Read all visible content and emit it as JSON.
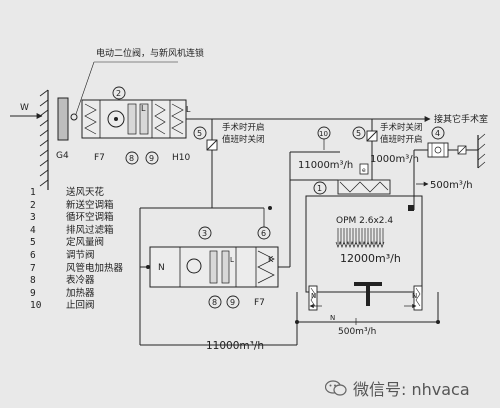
{
  "labels": {
    "top_note": "电动二位阀，与新风机连锁",
    "w": "W",
    "g4": "G4",
    "f7_top": "F7",
    "h10": "H10",
    "l_top": "L",
    "l_top2": "L",
    "manual_open_label": "手术时开启",
    "duty_close_label": "值班时关闭",
    "manual_close_label": "手术时关闭",
    "duty_open_label": "值班时开启",
    "to_other_rooms": "接其它手术室",
    "flow_11000_upper": "11000m³/h",
    "flow_1000": "1000m³/h",
    "flow_500_right": "500m³/h",
    "flow_12000": "12000m³/h",
    "opm_label": "OPM  2.6x2.4",
    "flow_500_bottom": "500m³/h",
    "flow_11000_bottom": "11000m³/h",
    "ahu2_n": "N",
    "ahu2_l": "L",
    "ahu2_k": "K",
    "f7_bottom": "F7",
    "n_left": "N",
    "n_right": "N",
    "n_small": "N"
  },
  "component_numbers": {
    "n1": "1",
    "n2": "2",
    "n3": "3",
    "n4": "4",
    "n5a": "5",
    "n5b": "5",
    "n6": "6",
    "n8a": "8",
    "n9a": "9",
    "n8b": "8",
    "n9b": "9",
    "n10": "10"
  },
  "legend": [
    {
      "num": "1",
      "text": "送风天花"
    },
    {
      "num": "2",
      "text": "新送空调箱"
    },
    {
      "num": "3",
      "text": "循环空调箱"
    },
    {
      "num": "4",
      "text": "排风过滤箱"
    },
    {
      "num": "5",
      "text": "定风量阀"
    },
    {
      "num": "6",
      "text": "调节阀"
    },
    {
      "num": "7",
      "text": "风管电加热器"
    },
    {
      "num": "8",
      "text": "表冷器"
    },
    {
      "num": "9",
      "text": "加热器"
    },
    {
      "num": "10",
      "text": "止回阀"
    }
  ],
  "watermark": "微信号: nhvaca",
  "icons": {
    "watermark_icon": "wechat-icon"
  }
}
